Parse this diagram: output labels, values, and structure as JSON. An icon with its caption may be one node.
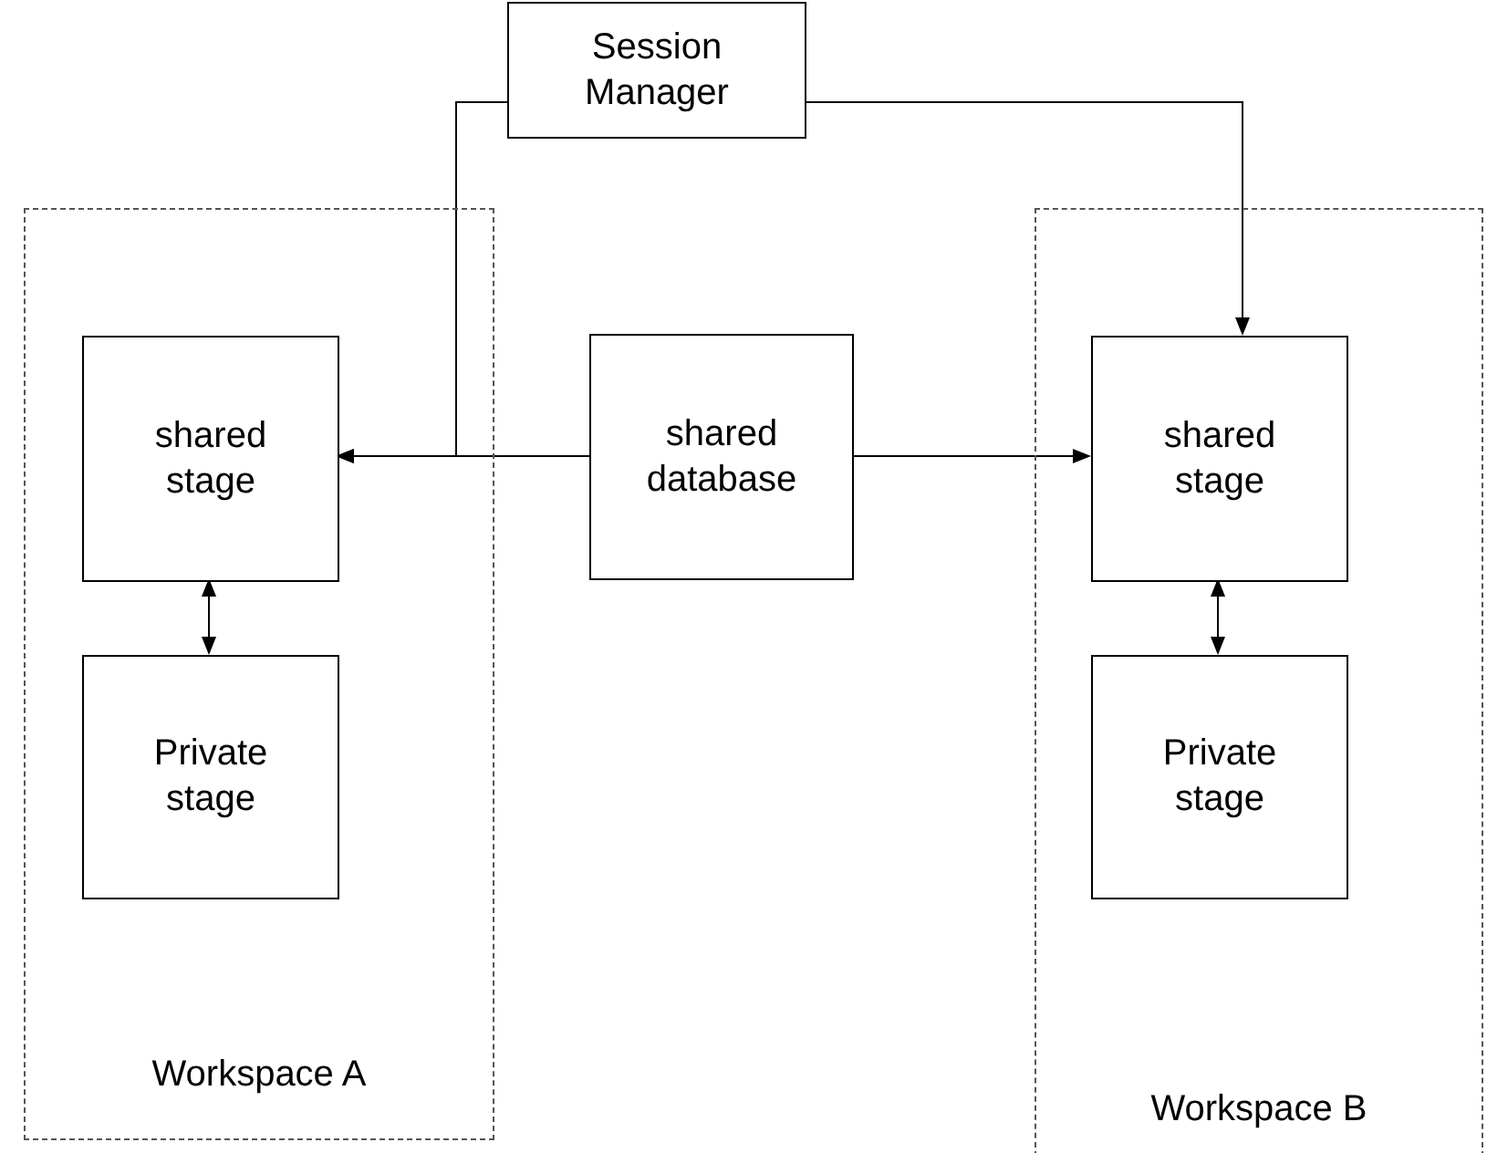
{
  "diagram": {
    "nodes": [
      {
        "text": [
          "Session Manager"
        ]
      },
      {
        "text": [
          "Workspace A"
        ]
      },
      {
        "text": [
          "shared stage"
        ],
        "in": 1
      },
      {
        "text": [
          "Private stage"
        ],
        "in": 1
      },
      {
        "text": [
          "shared database"
        ]
      },
      {
        "text": [
          "Workspace B"
        ]
      },
      {
        "text": [
          "shared stage"
        ],
        "in": 5
      },
      {
        "text": [
          "Private stage"
        ],
        "in": 5
      }
    ],
    "edges": [
      {
        "from": 0,
        "to": 2,
        "arrow": "to"
      },
      {
        "from": 4,
        "to": 2,
        "arrow": "to"
      },
      {
        "from": 0,
        "to": 6,
        "arrow": "to"
      },
      {
        "from": 4,
        "to": 6,
        "arrow": "to"
      },
      {
        "from": 2,
        "to": 3,
        "arrow": "both"
      },
      {
        "from": 6,
        "to": 7,
        "arrow": "both"
      }
    ]
  }
}
